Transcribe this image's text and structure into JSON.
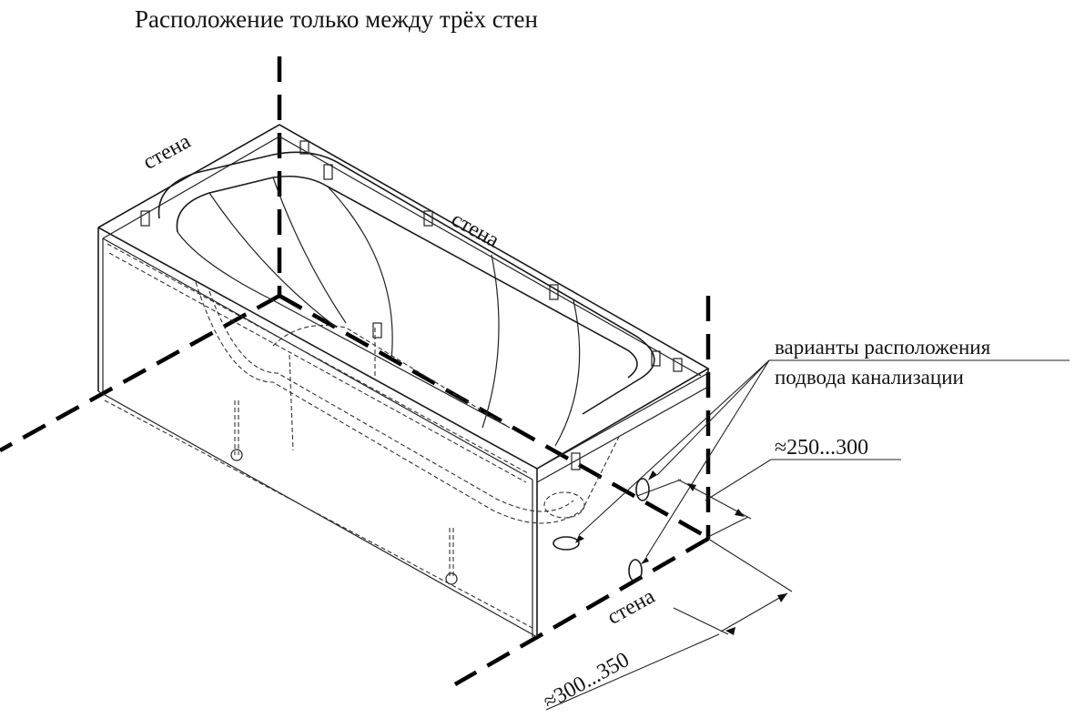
{
  "title": "Расположение только между трёх стен",
  "labels": {
    "wall_left": "стена",
    "wall_back": "стена",
    "wall_right": "стена",
    "drain_note_line1": "варианты расположения",
    "drain_note_line2": "подвода канализации",
    "dim_drain_offset": "≈250...300",
    "dim_drain_depth": "≈300...350"
  },
  "drawing": {
    "subject": "bathtub-isometric",
    "line_color": "#1a1a1a",
    "background": "#ffffff"
  }
}
